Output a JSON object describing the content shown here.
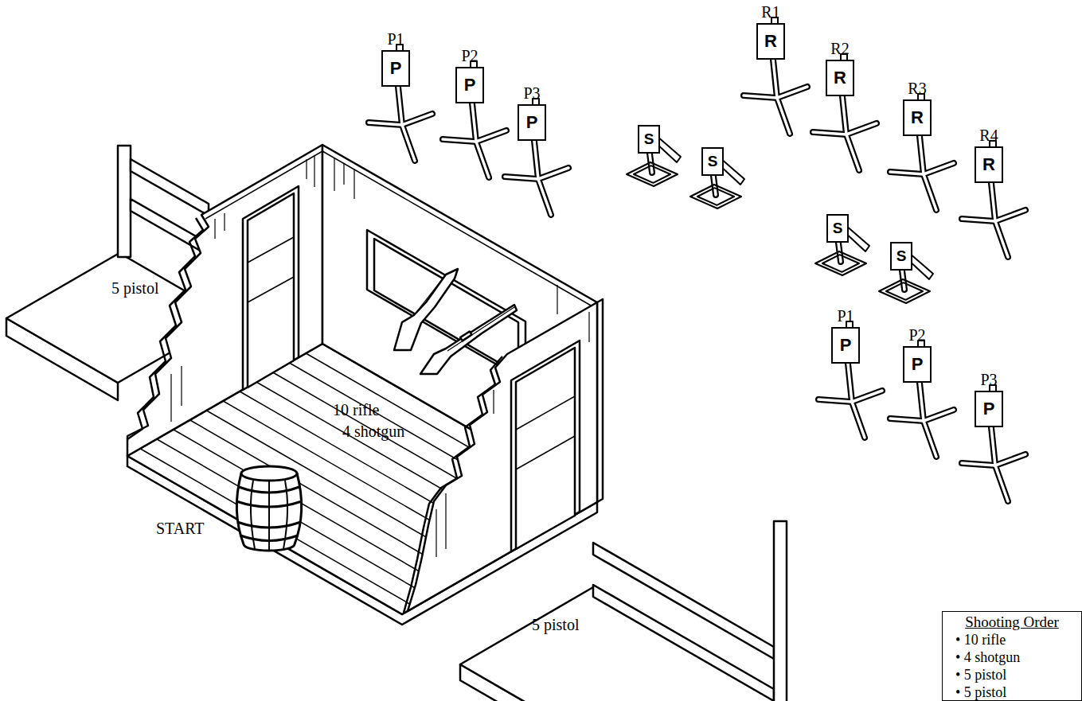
{
  "diagram": {
    "nodes": [
      {
        "text": [
          "P1",
          "P"
        ]
      },
      {
        "text": [
          "P2",
          "P"
        ]
      },
      {
        "text": [
          "P3",
          "P"
        ]
      },
      {
        "text": [
          "R1",
          "R"
        ]
      },
      {
        "text": [
          "R2",
          "R"
        ]
      },
      {
        "text": [
          "R3",
          "R"
        ]
      },
      {
        "text": [
          "R4",
          "R"
        ]
      },
      {
        "text": [
          "S"
        ]
      },
      {
        "text": [
          "S"
        ]
      },
      {
        "text": [
          "S"
        ]
      },
      {
        "text": [
          "S"
        ]
      },
      {
        "text": [
          "P1",
          "P"
        ]
      },
      {
        "text": [
          "P2",
          "P"
        ]
      },
      {
        "text": [
          "P3",
          "P"
        ]
      },
      {
        "text": [
          "Shooting Order",
          "• 10 rifle",
          "• 4 shotgun",
          "• 5 pistol",
          "• 5 pistol"
        ]
      }
    ],
    "labels": [
      "5 pistol",
      "10 rifle",
      "4 shotgun",
      "START",
      "5 pistol"
    ]
  }
}
